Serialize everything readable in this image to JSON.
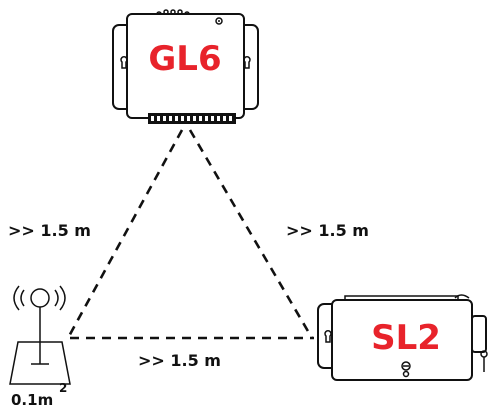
{
  "devices": {
    "gateway": {
      "label": "GL6"
    },
    "sensor": {
      "label": "SL2"
    }
  },
  "distances": {
    "left": ">> 1.5 m",
    "right": ">> 1.5 m",
    "bottom": ">> 1.5 m"
  },
  "antenna_area": {
    "value": "0.1m",
    "superscript": "2"
  },
  "colors": {
    "device_label": "#e8232b",
    "line": "#111111"
  }
}
